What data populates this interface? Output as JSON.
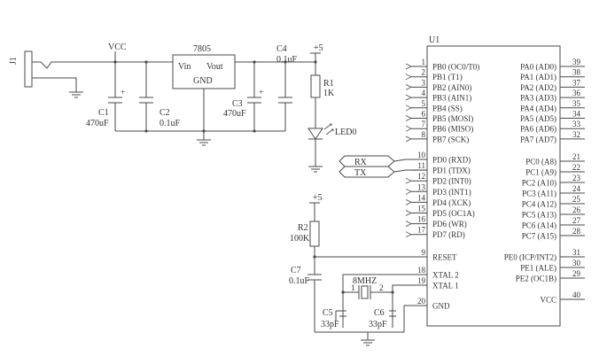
{
  "labels": {
    "j1": "J1",
    "vcc_top": "VCC",
    "reg": "7805",
    "reg_vin": "Vin",
    "reg_vout": "Vout",
    "reg_gnd": "GND",
    "c4": "C4",
    "c4_val": "0.1uF",
    "plus5_top": "+5",
    "r1": "R1",
    "r1_val": "1K",
    "led": "LED0",
    "c1": "C1",
    "c1_val": "470uF",
    "c2": "C2",
    "c2_val": "0.1uF",
    "c3": "C3",
    "c3_val": "470uF",
    "plus_sign": "+",
    "u1": "U1",
    "rx": "RX",
    "tx": "TX",
    "plus5_mid": "+5",
    "r2": "R2",
    "r2_val": "100K",
    "c7": "C7",
    "c7_val": "0.1uF",
    "xtal": "8MHZ",
    "xtal_p1": "1",
    "xtal_p2": "2",
    "c5": "C5",
    "c5_val": "33pF",
    "c6": "C6",
    "c6_val": "33pF"
  },
  "chip": {
    "pb_pins": [
      {
        "name": "PB0 (OC0/T0)",
        "num": "1"
      },
      {
        "name": "PB1 (T1)",
        "num": "2"
      },
      {
        "name": "PB2 (AIN0)",
        "num": "3"
      },
      {
        "name": "PB3 (AIN1)",
        "num": "4"
      },
      {
        "name": "PB4 (SS)",
        "num": "5"
      },
      {
        "name": "PB5 (MOSI)",
        "num": "6"
      },
      {
        "name": "PB6 (MISO)",
        "num": "7"
      },
      {
        "name": "PB7 (SCK)",
        "num": "8"
      }
    ],
    "pd_pins": [
      {
        "name": "PD0 (RXD)",
        "num": "10"
      },
      {
        "name": "PD1 (TDX)",
        "num": "11"
      },
      {
        "name": "PD2 (INT0)",
        "num": "12"
      },
      {
        "name": "PD3 (INT1)",
        "num": "13"
      },
      {
        "name": "PD4 (XCK)",
        "num": "14"
      },
      {
        "name": "PD5 (OC1A)",
        "num": "15"
      },
      {
        "name": "PD6 (WR)",
        "num": "16"
      },
      {
        "name": "PD7 (RD)",
        "num": "17"
      }
    ],
    "misc_left": [
      {
        "name": "RESET",
        "num": "9"
      },
      {
        "name": "XTAL 2",
        "num": "18"
      },
      {
        "name": "XTAL 1",
        "num": "19"
      },
      {
        "name": "GND",
        "num": "20"
      }
    ],
    "pa_pins": [
      {
        "name": "PA0 (AD0)",
        "num": "39"
      },
      {
        "name": "PA1 (AD1)",
        "num": "38"
      },
      {
        "name": "PA2 (AD2)",
        "num": "37"
      },
      {
        "name": "PA3 (AD3)",
        "num": "36"
      },
      {
        "name": "PA4 (AD4)",
        "num": "35"
      },
      {
        "name": "PA5 (AD5)",
        "num": "34"
      },
      {
        "name": "PA6 (AD6)",
        "num": "33"
      },
      {
        "name": "PA7 (AD7)",
        "num": "32"
      }
    ],
    "pc_pins": [
      {
        "name": "PC0 (A8)",
        "num": "21"
      },
      {
        "name": "PC1 (A9)",
        "num": "22"
      },
      {
        "name": "PC2 (A10)",
        "num": "23"
      },
      {
        "name": "PC3 (A11)",
        "num": "24"
      },
      {
        "name": "PC4 (A12)",
        "num": "25"
      },
      {
        "name": "PC5 (A13)",
        "num": "26"
      },
      {
        "name": "PC6 (A14)",
        "num": "27"
      },
      {
        "name": "PC7 (A15)",
        "num": "28"
      }
    ],
    "pe_pins": [
      {
        "name": "PE0 (ICP/INT2)",
        "num": "31"
      },
      {
        "name": "PE1 (ALE)",
        "num": "30"
      },
      {
        "name": "PE2 (OC1B)",
        "num": "29"
      }
    ],
    "vcc_pin": {
      "name": "VCC",
      "num": "40"
    }
  }
}
